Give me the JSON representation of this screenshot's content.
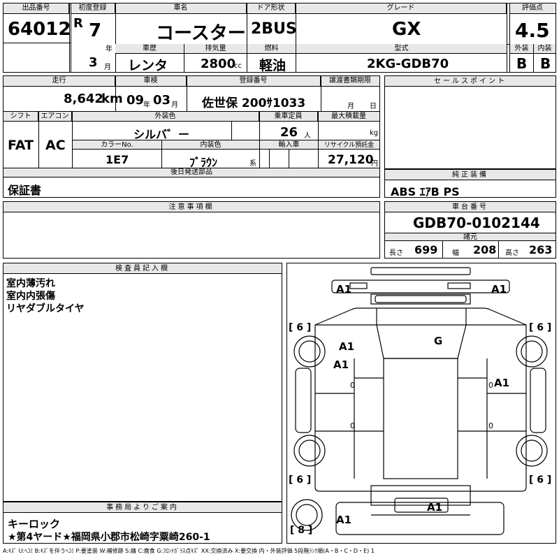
{
  "header": {
    "lot_label": "出品番号",
    "lot": "64012",
    "reg_label": "初度登録",
    "era": "R",
    "year": "7",
    "year_unit": "年",
    "month": "3",
    "month_unit": "月",
    "name_label": "車名",
    "name": "コースター",
    "door_label": "ドア形状",
    "door": "2BUS",
    "grade_label": "グレード",
    "grade": "GX",
    "score_label": "評価点",
    "score": "4.5",
    "history_label": "車歴",
    "history": "レンタ",
    "disp_label": "排気量",
    "disp": "2800",
    "disp_unit": "cc",
    "fuel_label": "燃料",
    "fuel": "軽油",
    "model_label": "型式",
    "model": "2KG-GDB70",
    "ext_label": "外装",
    "ext": "B",
    "int_label": "内装",
    "int": "B"
  },
  "row2": {
    "mileage_label": "走行",
    "mileage": "8,642",
    "mileage_unit": "km",
    "inspect_label": "車検",
    "inspect_y": "09",
    "inspect_yu": "年",
    "inspect_m": "03",
    "inspect_mu": "月",
    "regno_label": "登録番号",
    "regno": "佐世保 200ｻ1033",
    "transfer_label": "譲渡書類期限",
    "transfer_m": "月",
    "transfer_d": "日",
    "sales_label": "セールスポイント",
    "shift_label": "シフト",
    "shift": "FAT",
    "ac_label": "エアコン",
    "ac": "AC",
    "color_label": "外装色",
    "color": "シルバ゛ー",
    "cap_label": "乗車定員",
    "cap": "26",
    "cap_unit": "人",
    "load_label": "最大積載量",
    "load_unit": "kg",
    "colorno_label": "カラーNo.",
    "colorno": "1E7",
    "intcolor_label": "内装色",
    "intcolor": "ﾌﾞﾗｳﾝ",
    "intcolor_unit": "系",
    "import_label": "輸入車",
    "recycle_label": "リサイクル預託金",
    "recycle": "27,120",
    "recycle_unit": "円"
  },
  "later": {
    "label": "後日発送部品",
    "value": "保証書"
  },
  "equip": {
    "label": "純正装備",
    "value": "ABS ｴｱB PS"
  },
  "notes": {
    "label": "注意事項欄"
  },
  "chassis": {
    "label": "車台番号",
    "value": "GDB70-0102144",
    "spec_label": "諸元",
    "len_label": "長さ",
    "len": "699",
    "wid_label": "幅",
    "wid": "208",
    "hei_label": "高さ",
    "hei": "263"
  },
  "inspector": {
    "label": "検査員記入欄",
    "lines": [
      "室内薄汚れ",
      "室内内張傷",
      "リヤダブルタイヤ"
    ]
  },
  "office": {
    "label": "事務局よりご案内",
    "line1": "キーロック",
    "line2": "★第4ヤード★福岡県小郡市松崎字粟崎260-1"
  },
  "diagram": {
    "marks": [
      "A1",
      "A1",
      "G",
      "A1",
      "A1",
      "A1",
      "A1",
      "A1"
    ],
    "tires": [
      "[ 6 ]",
      "[ 6 ]",
      "[ 6 ]",
      "[ 6 ]",
      "[ 8 ]"
    ],
    "zeros": [
      "0",
      "0",
      "0",
      "0"
    ]
  },
  "legend": "A:ｷｽﾞ U:ﾍｺﾐ B:ｷｽﾞを伴うﾍｺﾐ P:要塗装 W:補修跡 S:錆 C:腐食 G:ﾌﾛﾝﾄｶﾞﾗｽ点ｷｽﾞ XX:交換済み X:要交換 内・外装評価 5段階ﾗﾝｸ順(A・B・C・D・E) 1"
}
